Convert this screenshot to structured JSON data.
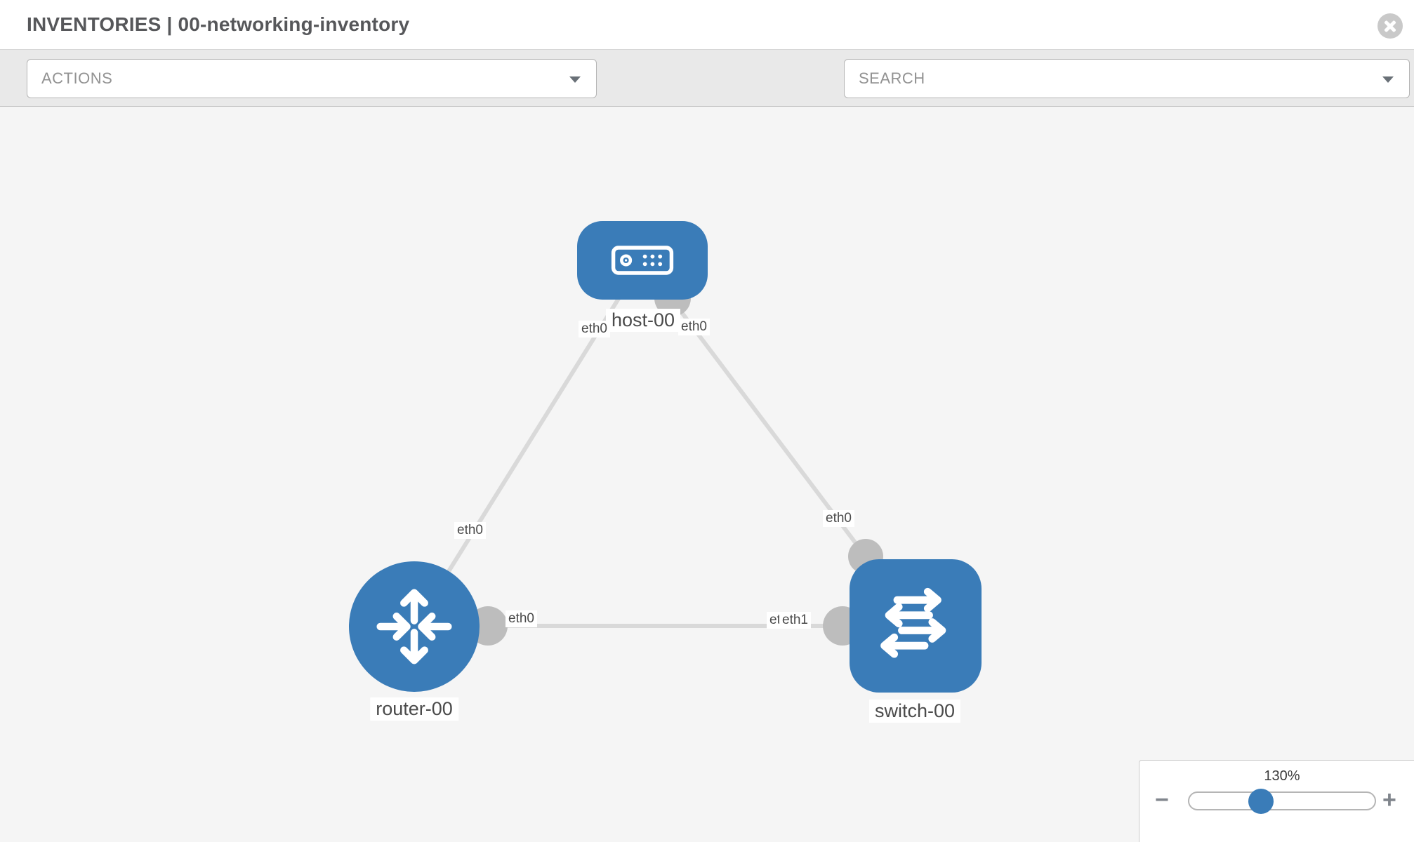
{
  "header": {
    "title": "INVENTORIES | 00-networking-inventory"
  },
  "toolbar": {
    "actions_label": "ACTIONS",
    "search_label": "SEARCH"
  },
  "zoom_control": {
    "level": "130%",
    "minus": "−",
    "plus": "+"
  },
  "colors": {
    "node_blue": "#3a7cb8",
    "link_gray": "#d9d9d9",
    "port_gray": "#bdbdbd",
    "canvas_bg": "#f5f5f5",
    "toolbar_bg": "#e9e9e9"
  },
  "graph": {
    "nodes": [
      {
        "id": "host-00",
        "type": "host",
        "label": "host-00"
      },
      {
        "id": "router-00",
        "type": "router",
        "label": "router-00"
      },
      {
        "id": "switch-00",
        "type": "switch",
        "label": "switch-00"
      }
    ],
    "links": [
      {
        "from": "host-00",
        "from_iface": "eth0",
        "to": "router-00",
        "to_iface": "eth0"
      },
      {
        "from": "host-00",
        "from_iface": "eth0",
        "to": "switch-00",
        "to_iface": "eth0"
      },
      {
        "from": "router-00",
        "from_iface": "eth0",
        "to": "switch-00",
        "to_iface": "eth1"
      }
    ],
    "iface_labels": [
      {
        "id": "host-left",
        "text": "eth0"
      },
      {
        "id": "host-right",
        "text": "eth0"
      },
      {
        "id": "router-top",
        "text": "eth0"
      },
      {
        "id": "switch-top",
        "text": "eth0"
      },
      {
        "id": "router-right",
        "text": "eth0"
      },
      {
        "id": "switch-left-under",
        "text": "eth0"
      },
      {
        "id": "switch-left-over",
        "text": "eth1"
      }
    ]
  }
}
